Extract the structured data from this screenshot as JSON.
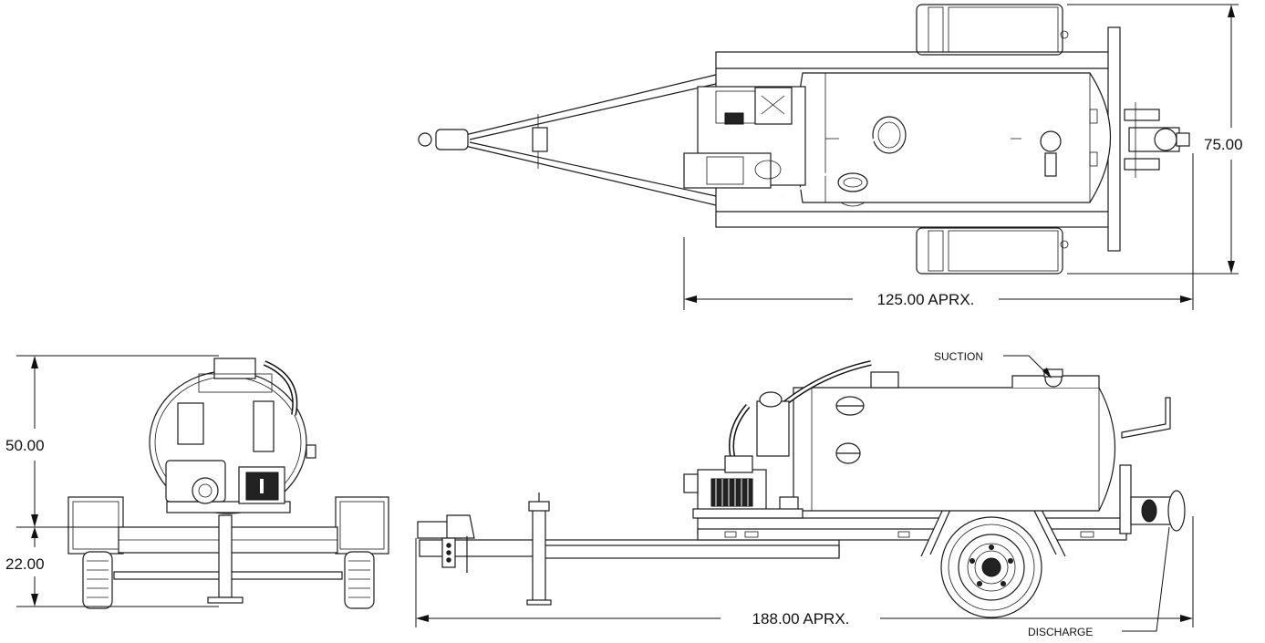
{
  "dimensions": {
    "top_width": "125.00 APRX.",
    "top_height": "75.00",
    "front_tank_height": "50.00",
    "front_frame_height": "22.00",
    "side_length": "188.00 APRX."
  },
  "callouts": {
    "suction": "SUCTION",
    "discharge": "DISCHARGE"
  }
}
